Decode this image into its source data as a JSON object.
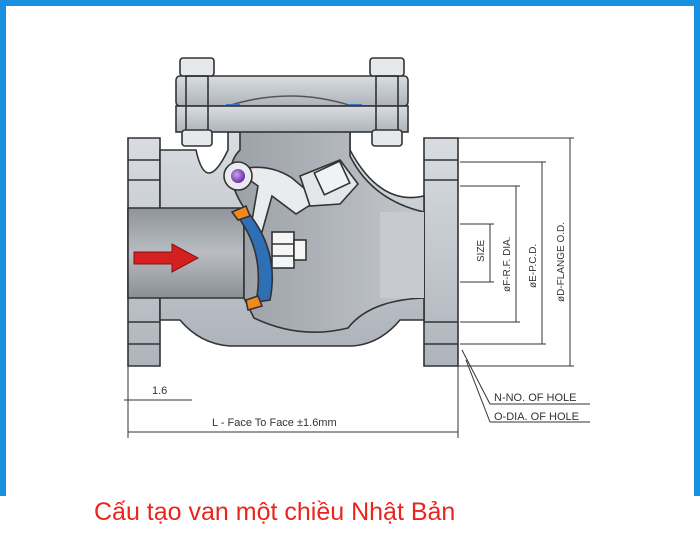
{
  "caption": "Cấu tạo van một chiều Nhật Bản",
  "labels": {
    "size": "SIZE",
    "rf_dia": "øF-R.F. DIA.",
    "pcd": "øE-P.C.D.",
    "flange_od": "øD-FLANGE O.D.",
    "n_holes": "N-NO. OF HOLE",
    "o_holes": "O-DIA. OF HOLE",
    "raised_face": "1.6",
    "face_to_face": "L - Face To Face ±1.6mm"
  },
  "colors": {
    "frame": "#1a8fe0",
    "caption": "#e8261c",
    "arrow": "#d42020",
    "disc": "#2f6fb5",
    "seat_ring": "#f08a1c",
    "pin": "#7b3fb0",
    "gasket": "#3a78d0"
  }
}
